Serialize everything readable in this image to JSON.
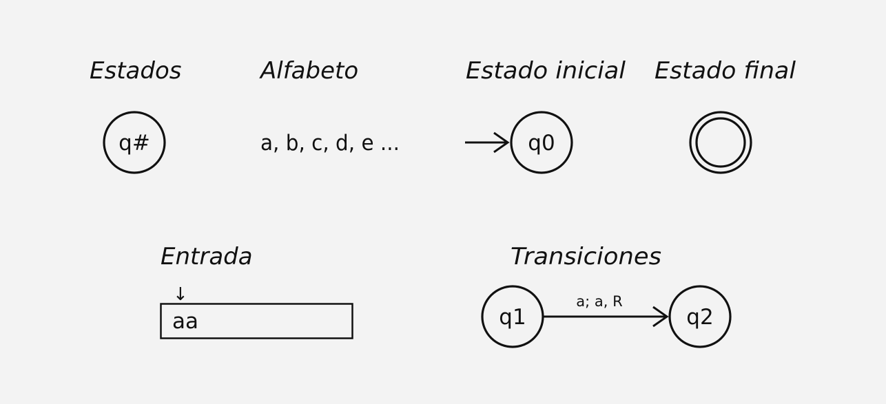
{
  "headings": {
    "estados": "Estados",
    "alfabeto": "Alfabeto",
    "estado_inicial": "Estado inicial",
    "estado_final": "Estado final",
    "entrada": "Entrada",
    "transiciones": "Transiciones"
  },
  "estados_state_label": "q#",
  "alfabeto_text": "a, b, c, d, e ...",
  "initial_state_label": "q0",
  "entrada": {
    "pointer": "↓",
    "tape_value": "aa"
  },
  "transition": {
    "from_state": "q1",
    "to_state": "q2",
    "label": "a; a, R"
  },
  "colors": {
    "background": "#f3f3f3",
    "ink": "#111111"
  }
}
